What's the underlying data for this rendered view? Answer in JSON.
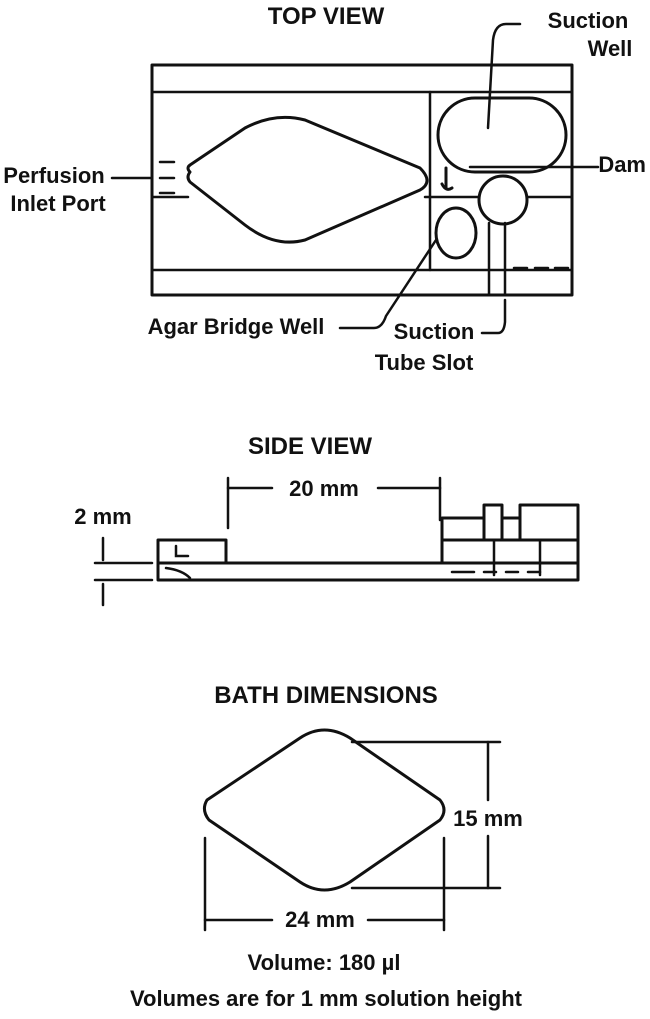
{
  "top_view": {
    "title": "TOP VIEW",
    "labels": {
      "suction_well": [
        "Suction",
        "Well"
      ],
      "dam": "Dam",
      "perfusion_inlet_port": [
        "Perfusion",
        "Inlet Port"
      ],
      "agar_bridge_well": "Agar Bridge Well",
      "suction_tube_slot": [
        "Suction",
        "Tube Slot"
      ]
    }
  },
  "side_view": {
    "title": "SIDE VIEW",
    "length_label": "20 mm",
    "height_label": "2 mm"
  },
  "bath_dimensions": {
    "title": "BATH DIMENSIONS",
    "height_label": "15 mm",
    "width_label": "24 mm",
    "volume_prefix": "Volume: 180 ",
    "volume_unit": "µl",
    "note": "Volumes are for 1 mm solution height"
  },
  "colors": {
    "ink": "#111111",
    "background": "#ffffff"
  }
}
